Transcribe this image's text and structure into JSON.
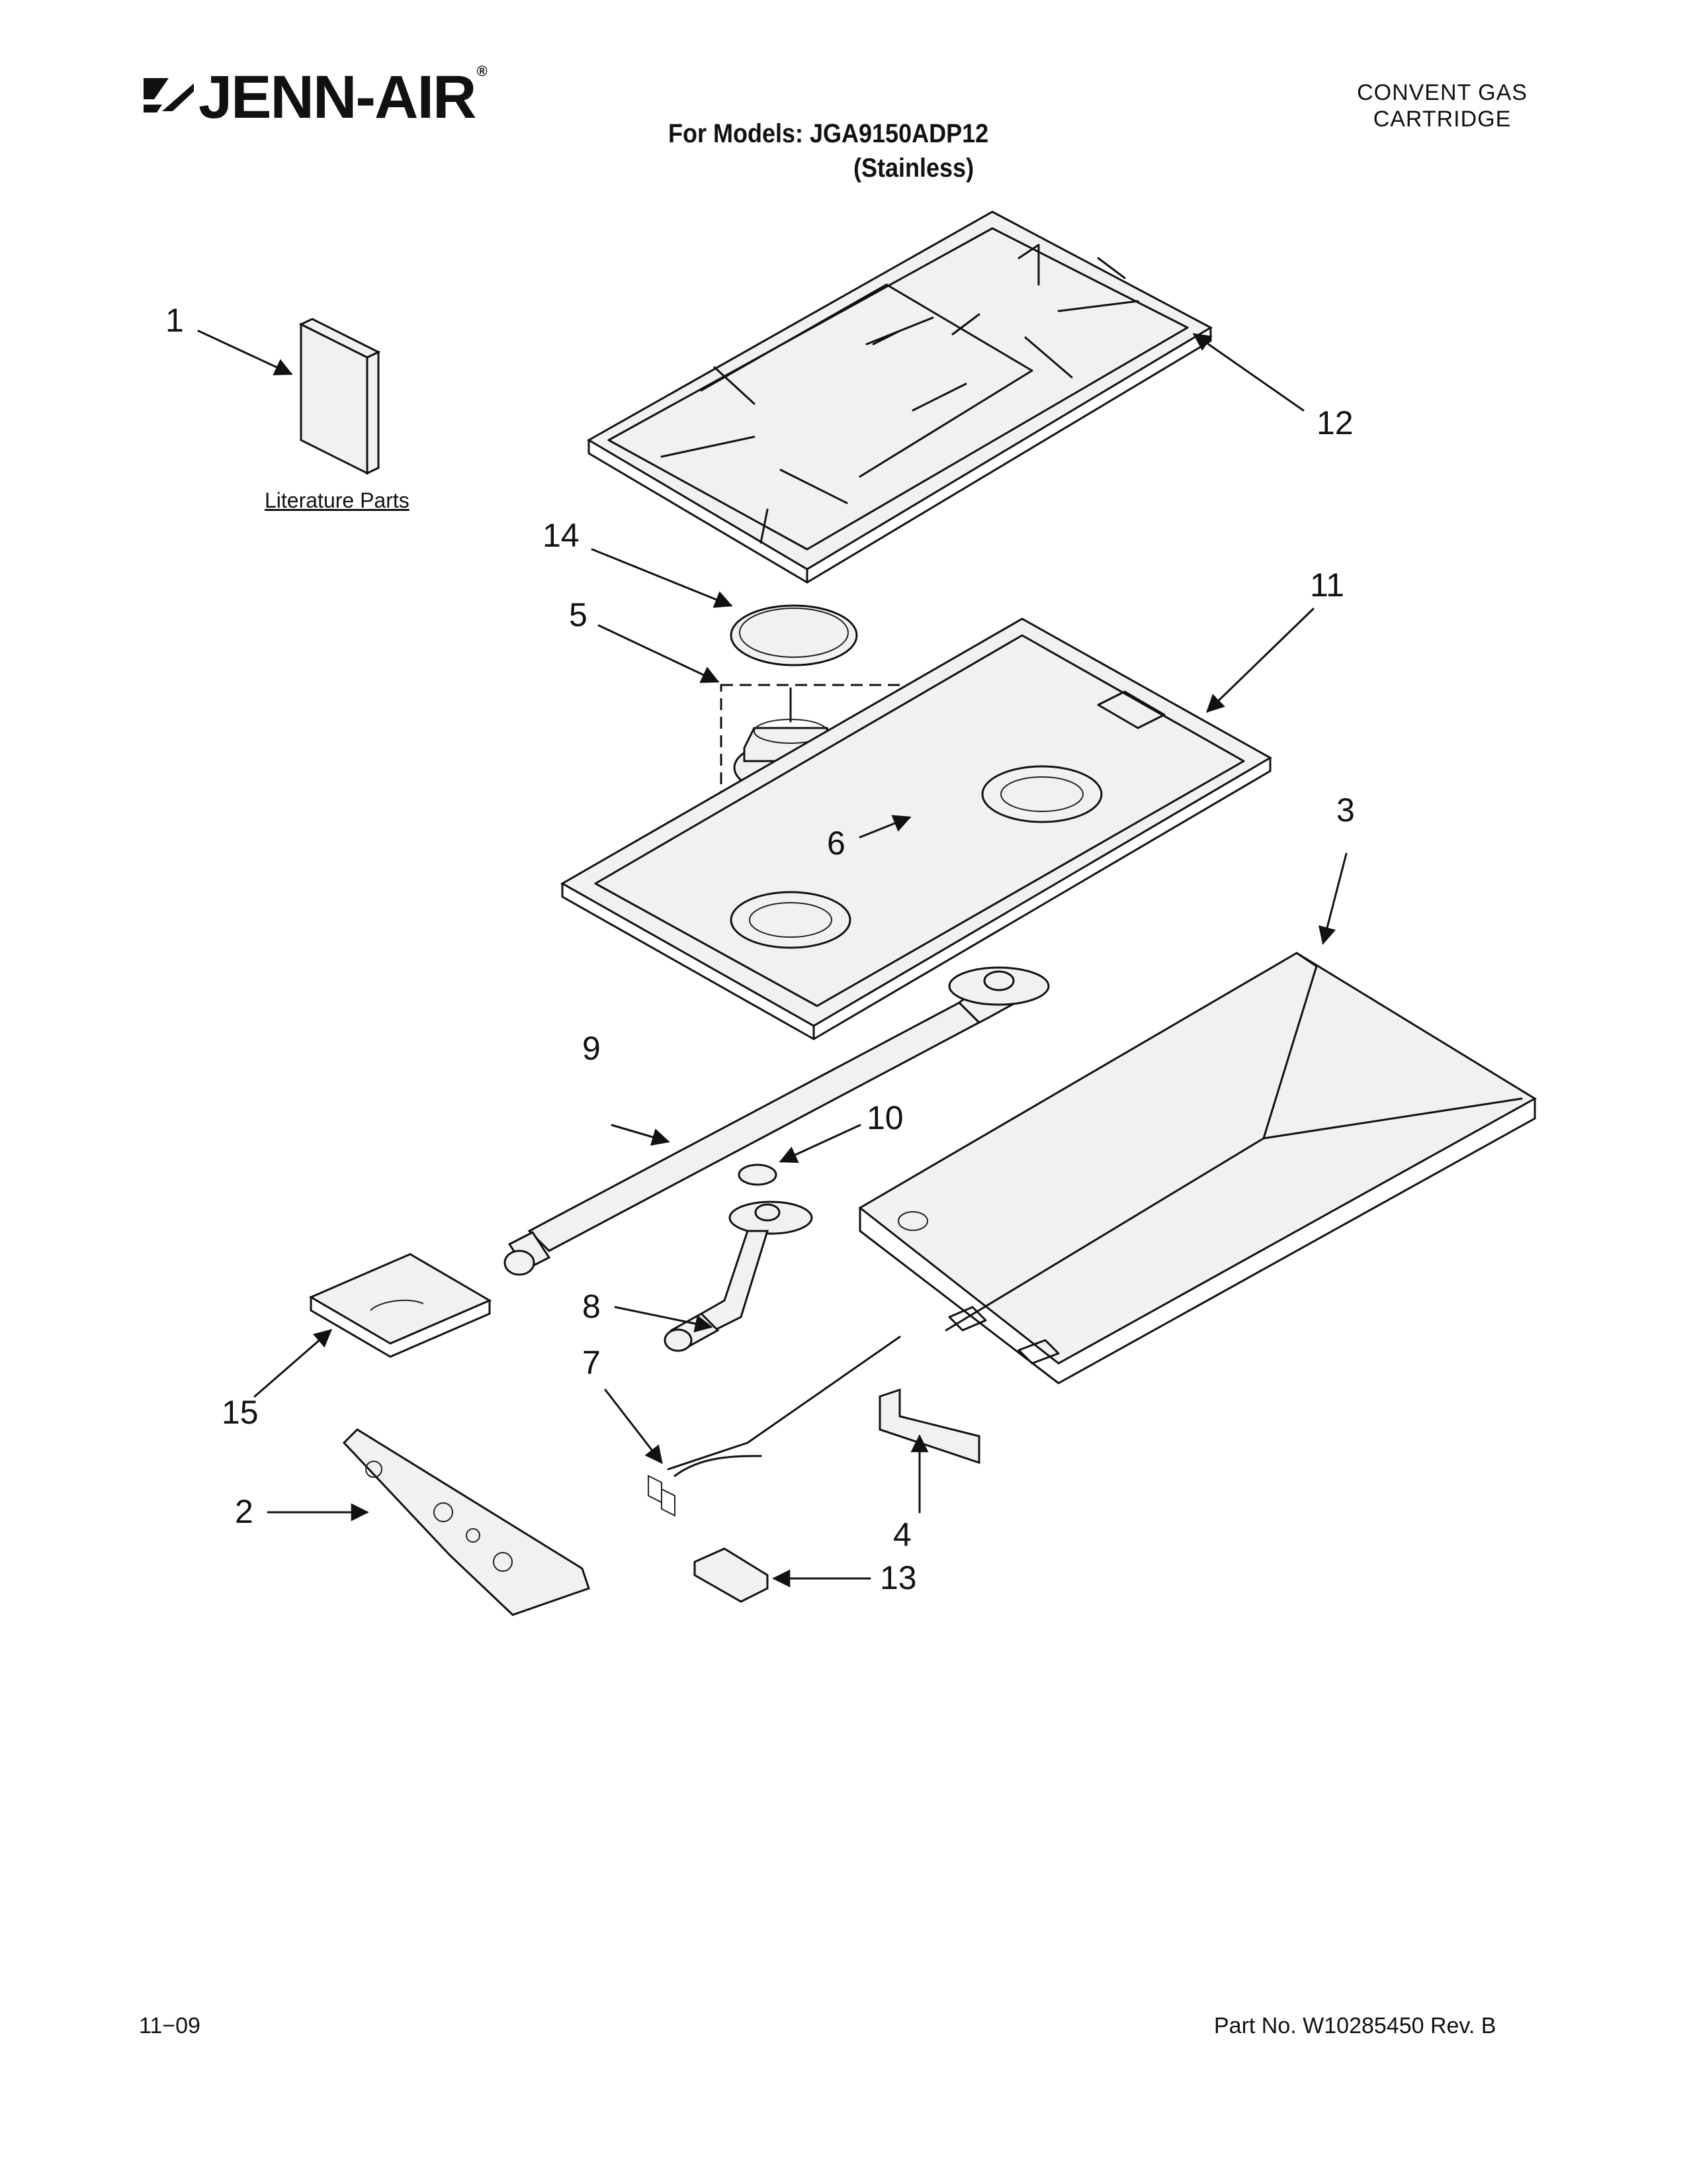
{
  "header": {
    "brand": "JENN-AIR",
    "brand_mark": "®",
    "section_line1": "CONVENT GAS",
    "section_line2": "CARTRIDGE",
    "models_line": "For Models: JGA9150ADP12",
    "variant_line": "(Stainless)"
  },
  "literature_label": "Literature Parts",
  "callouts": [
    "1",
    "12",
    "14",
    "5",
    "11",
    "6",
    "3",
    "9",
    "10",
    "8",
    "7",
    "15",
    "2",
    "4",
    "13"
  ],
  "footer": {
    "date": "11−09",
    "part_no": "Part No. W10285450 Rev. B"
  }
}
